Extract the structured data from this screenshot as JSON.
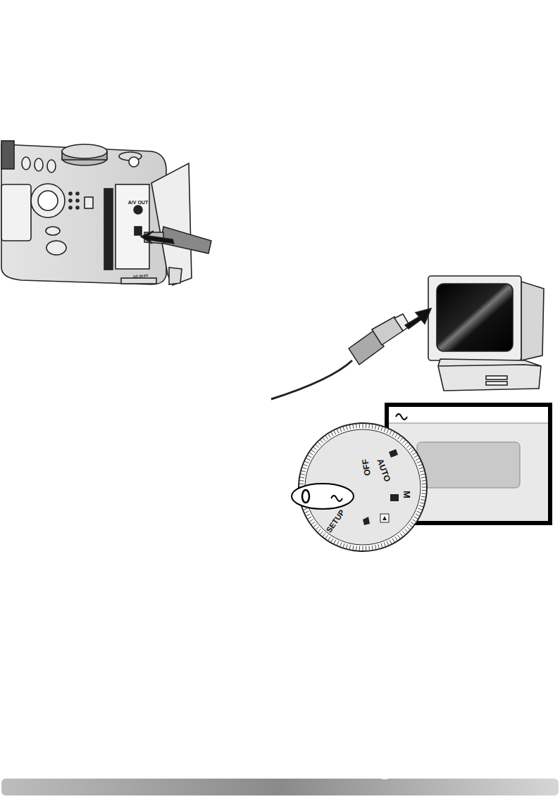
{
  "diagram": {
    "labels": [
      "A/V OUT",
      "DC IN 6V",
      "OFF",
      "AUTO",
      "M",
      "SETUP"
    ]
  }
}
